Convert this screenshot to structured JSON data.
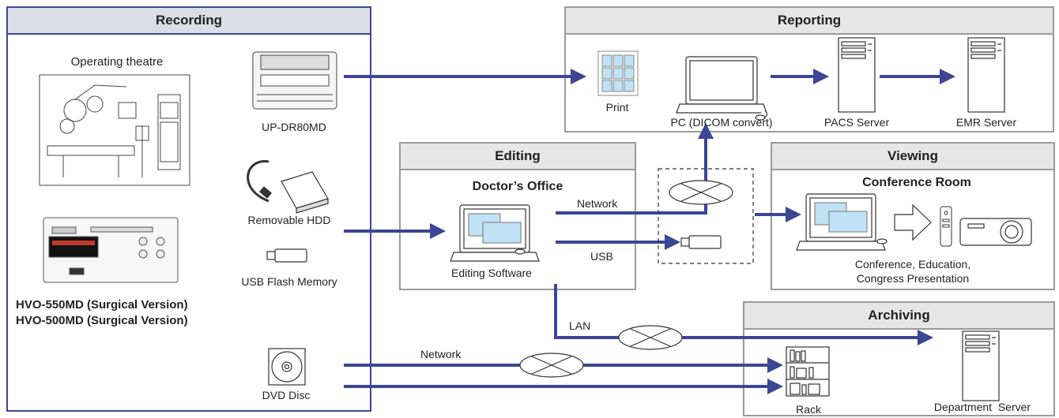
{
  "panels": {
    "recording": "Recording",
    "reporting": "Reporting",
    "editing": "Editing",
    "viewing": "Viewing",
    "archiving": "Archiving"
  },
  "recording": {
    "operating_theatre": "Operating theatre",
    "printer": "UP-DR80MD",
    "hdd": "Removable HDD",
    "usb": "USB Flash Memory",
    "dvd": "DVD Disc",
    "models": [
      "HVO-550MD (Surgical Version)",
      "HVO-500MD (Surgical Version)"
    ]
  },
  "reporting": {
    "print": "Print",
    "pc": "PC (DICOM convert)",
    "pacs": "PACS Server",
    "emr": "EMR Server"
  },
  "editing": {
    "office": "Doctor’s Office",
    "software": "Editing Software",
    "network": "Network",
    "usb": "USB",
    "lan": "LAN"
  },
  "viewing": {
    "room": "Conference Room",
    "caption_line1": "Conference, Education,",
    "caption_line2": "Congress Presentation"
  },
  "archiving": {
    "rack": "Rack",
    "server": "Department  Server"
  },
  "links": {
    "network": "Network"
  },
  "colors": {
    "arrow": "#3b4794",
    "recording_border": "#3b4794",
    "panel_border": "#9a9a9a",
    "header_fill": "#e6e6e6",
    "screen_blue": "#bfe2f5"
  }
}
